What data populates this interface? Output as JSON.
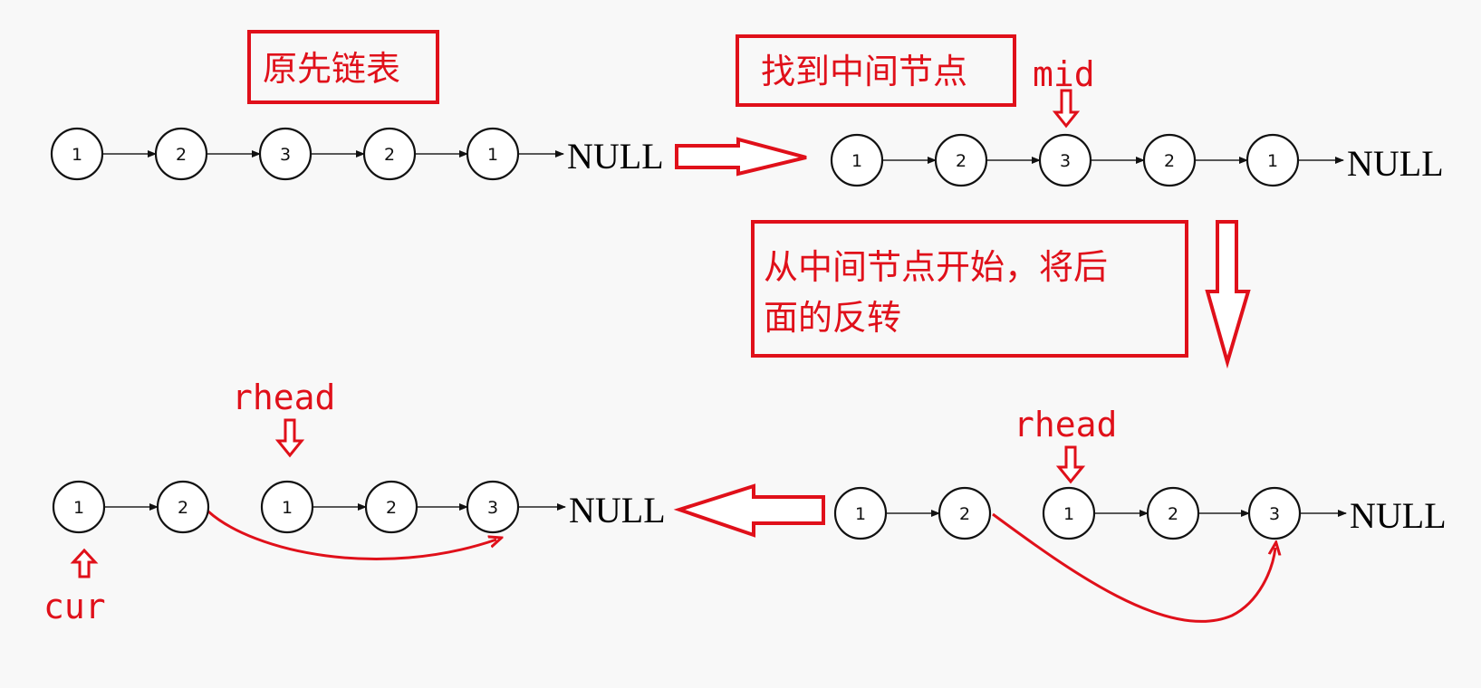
{
  "titles": {
    "original": "原先链表",
    "find_mid": "找到中间节点",
    "reverse_line1": "从中间节点开始，将后",
    "reverse_line2": "面的反转"
  },
  "pointers": {
    "mid": "mid",
    "rhead_left": "rhead",
    "rhead_right": "rhead",
    "cur": "cur"
  },
  "null_label": "NULL",
  "lists": {
    "original": [
      "1",
      "2",
      "3",
      "2",
      "1"
    ],
    "mid": [
      "1",
      "2",
      "3",
      "2",
      "1"
    ],
    "reversed_right": [
      "1",
      "2",
      "1",
      "2",
      "3"
    ],
    "reversed_left": [
      "1",
      "2",
      "1",
      "2",
      "3"
    ]
  },
  "colors": {
    "accent": "#e0101a",
    "node_stroke": "#111111",
    "background": "#f8f8f8"
  }
}
